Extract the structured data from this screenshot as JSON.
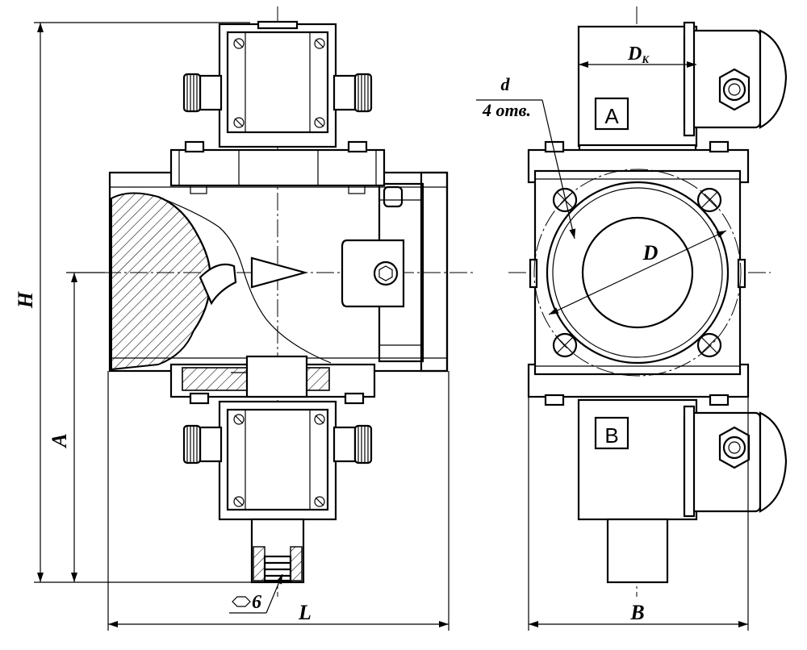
{
  "labels": {
    "H": "H",
    "A": "A",
    "L": "L",
    "B": "B",
    "D": "D",
    "Dk_main": "D",
    "Dk_sub": "K",
    "d": "d",
    "holes": "4 отв.",
    "hex": "6"
  },
  "coil_markers": {
    "top": "A",
    "bottom": "B"
  }
}
